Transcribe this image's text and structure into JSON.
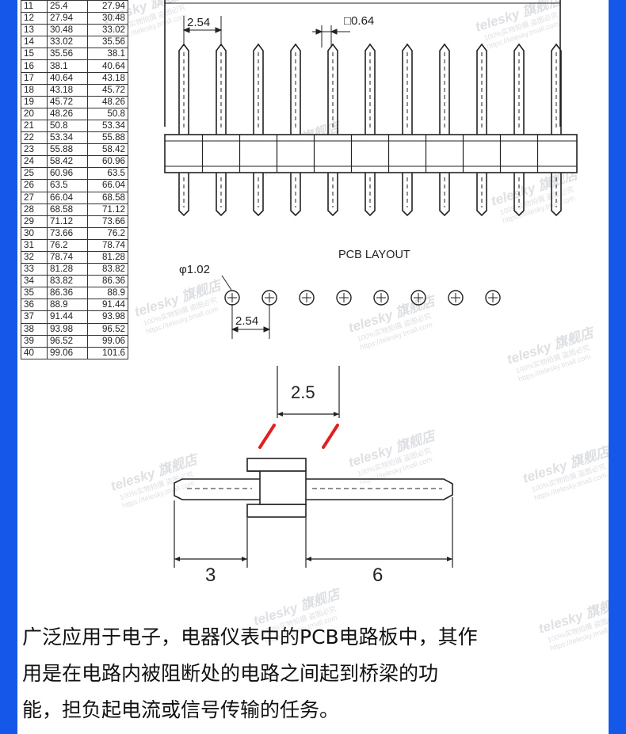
{
  "dimension_table": {
    "rows": [
      {
        "n": "11",
        "a": "25.4",
        "b": "27.94"
      },
      {
        "n": "12",
        "a": "27.94",
        "b": "30.48"
      },
      {
        "n": "13",
        "a": "30.48",
        "b": "33.02"
      },
      {
        "n": "14",
        "a": "33.02",
        "b": "35.56"
      },
      {
        "n": "15",
        "a": "35.56",
        "b": "38.1"
      },
      {
        "n": "16",
        "a": "38.1",
        "b": "40.64"
      },
      {
        "n": "17",
        "a": "40.64",
        "b": "43.18"
      },
      {
        "n": "18",
        "a": "43.18",
        "b": "45.72"
      },
      {
        "n": "19",
        "a": "45.72",
        "b": "48.26"
      },
      {
        "n": "20",
        "a": "48.26",
        "b": "50.8"
      },
      {
        "n": "21",
        "a": "50.8",
        "b": "53.34"
      },
      {
        "n": "22",
        "a": "53.34",
        "b": "55.88"
      },
      {
        "n": "23",
        "a": "55.88",
        "b": "58.42"
      },
      {
        "n": "24",
        "a": "58.42",
        "b": "60.96"
      },
      {
        "n": "25",
        "a": "60.96",
        "b": "63.5"
      },
      {
        "n": "26",
        "a": "63.5",
        "b": "66.04"
      },
      {
        "n": "27",
        "a": "66.04",
        "b": "68.58"
      },
      {
        "n": "28",
        "a": "68.58",
        "b": "71.12"
      },
      {
        "n": "29",
        "a": "71.12",
        "b": "73.66"
      },
      {
        "n": "30",
        "a": "73.66",
        "b": "76.2"
      },
      {
        "n": "31",
        "a": "76.2",
        "b": "78.74"
      },
      {
        "n": "32",
        "a": "78.74",
        "b": "81.28"
      },
      {
        "n": "33",
        "a": "81.28",
        "b": "83.82"
      },
      {
        "n": "34",
        "a": "83.82",
        "b": "86.36"
      },
      {
        "n": "35",
        "a": "86.36",
        "b": "88.9"
      },
      {
        "n": "36",
        "a": "88.9",
        "b": "91.44"
      },
      {
        "n": "37",
        "a": "91.44",
        "b": "93.98"
      },
      {
        "n": "38",
        "a": "93.98",
        "b": "96.52"
      },
      {
        "n": "39",
        "a": "96.52",
        "b": "99.06"
      },
      {
        "n": "40",
        "a": "99.06",
        "b": "101.6"
      }
    ]
  },
  "header_drawing": {
    "pin_count_shown": 11,
    "pitch_label": "2.54",
    "pin_square_label": "□0.64"
  },
  "pcb_layout": {
    "title": "PCB LAYOUT",
    "hole_label": "φ1.02",
    "pitch_label": "2.54",
    "holes_shown": 8
  },
  "side_view": {
    "body_width_label": "2.5",
    "short_pin_label": "3",
    "long_pin_label": "6"
  },
  "watermark": {
    "brand": "telesky 旗舰店",
    "line2": "100%实物拍摄 盗图必究",
    "line3": "https://telesky.tmall.com"
  },
  "description": [
    "广泛应用于电子，电器仪表中的PCB电路板中，其作",
    "用是在电路内被阻断处的电路之间起到桥梁的功",
    "能，担负起电流或信号传输的任务。"
  ],
  "colors": {
    "border_blue": "#1557e8",
    "drawing_line": "#222222",
    "highlight_red": "#e02020"
  }
}
